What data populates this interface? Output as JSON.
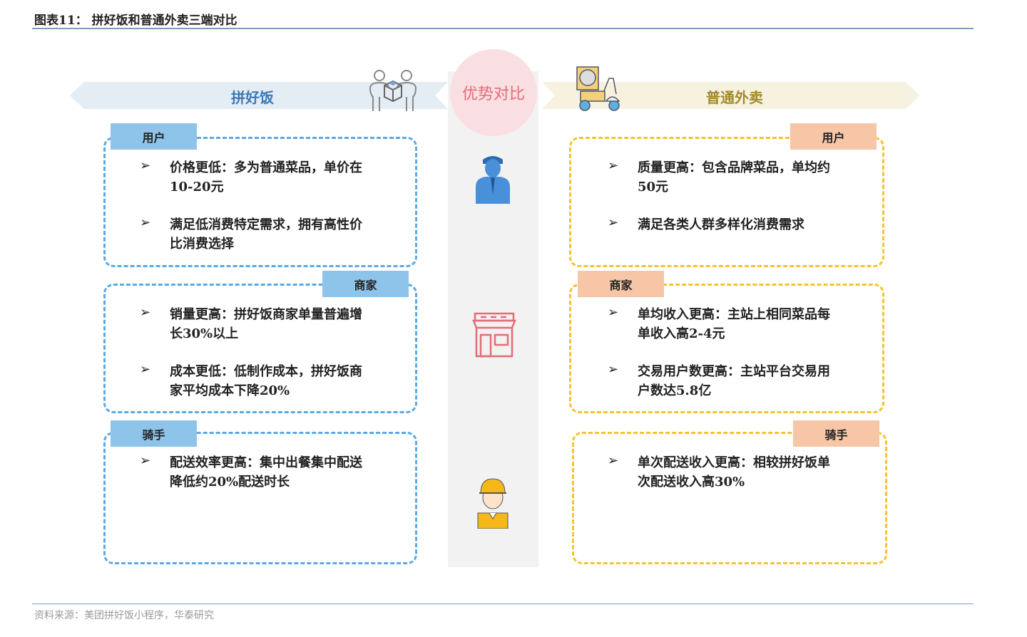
{
  "title": "图表11： 拼好饭和普通外卖三端对比",
  "source": "资料来源：美团拼好饭小程序，华泰研究",
  "center_label": "优势对比",
  "left": {
    "header": "拼好饭",
    "sections": [
      {
        "tag": "用户",
        "items": [
          "价格更低：多为普通菜品，单价在10-20元",
          "满足低消费特定需求，拥有高性价比消费选择"
        ]
      },
      {
        "tag": "商家",
        "items": [
          "销量更高：拼好饭商家单量普遍增长30%以上",
          "成本更低：低制作成本，拼好饭商家平均成本下降20%"
        ]
      },
      {
        "tag": "骑手",
        "items": [
          "配送效率更高：集中出餐集中配送降低约20%配送时长"
        ]
      }
    ]
  },
  "right": {
    "header": "普通外卖",
    "sections": [
      {
        "tag": "用户",
        "items": [
          "质量更高：包含品牌菜品，单均约50元",
          "满足各类人群多样化消费需求"
        ]
      },
      {
        "tag": "商家",
        "items": [
          "单均收入更高：主站上相同菜品每单收入高2-4元",
          "交易用户数更高：主站平台交易用户数达5.8亿"
        ]
      },
      {
        "tag": "骑手",
        "items": [
          "单次配送收入更高：相较拼好饭单次配送收入高30%"
        ]
      }
    ]
  },
  "bullet": "➢"
}
